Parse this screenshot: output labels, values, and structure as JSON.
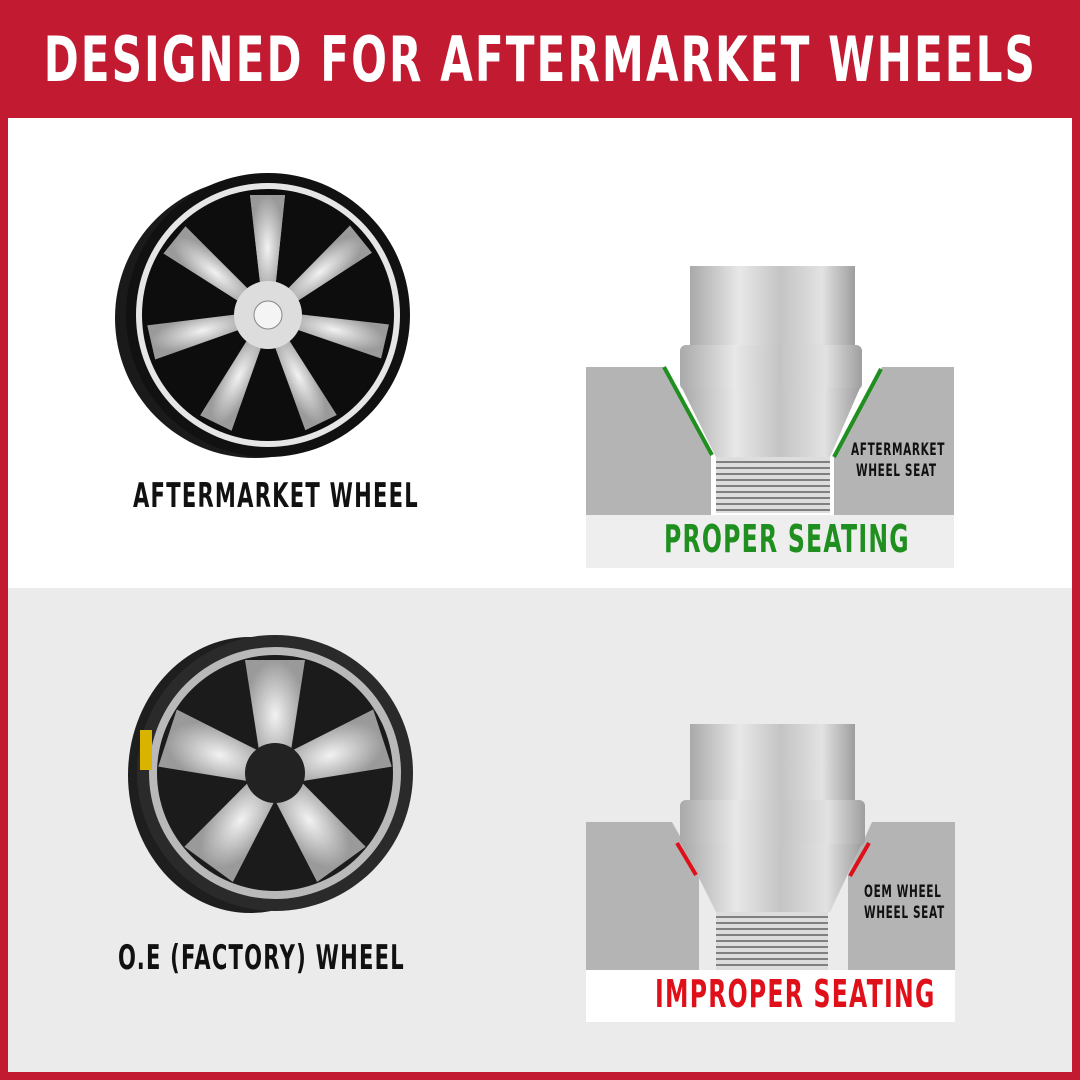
{
  "header": {
    "title": "DESIGNED FOR AFTERMARKET WHEELS"
  },
  "top": {
    "wheel_label": "AFTERMARKET WHEEL",
    "seat_label_line1": "AFTERMARKET",
    "seat_label_line2": "WHEEL SEAT",
    "status": "PROPER SEATING",
    "status_color": "#1f8f1f"
  },
  "bottom": {
    "wheel_label": "O.E (FACTORY) WHEEL",
    "seat_label_line1": "OEM WHEEL",
    "seat_label_line2": "WHEEL SEAT",
    "status": "IMPROPER SEATING",
    "status_color": "#e0101a"
  },
  "colors": {
    "brand_red": "#c11a31"
  }
}
